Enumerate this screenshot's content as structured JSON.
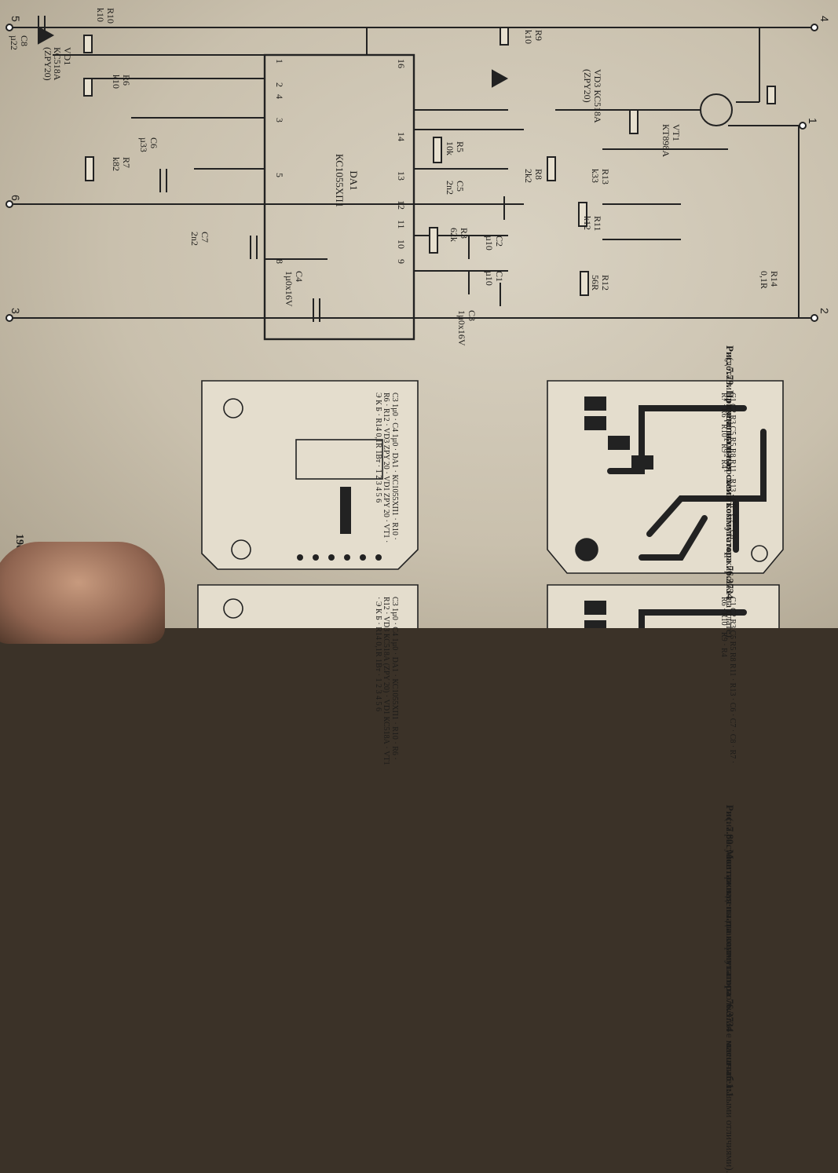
{
  "page_number": "190",
  "figure_79": {
    "title": "Рис. 7.79. Принципиальная схема коммутатора 76.3734",
    "note": "(детали на схеме пронумерованы согласно маркировке на плате)."
  },
  "figure_80": {
    "title": "Рис. 7.80. Монтажная плата коммутатора 76.3734 - масштаб 1:1",
    "note": "(на рисунке приведены два варианта исполнения с незначительными отличиями)."
  },
  "chip": {
    "ref": "DA1",
    "part": "КС1055ХП1"
  },
  "terminals": [
    "1",
    "2",
    "3",
    "4",
    "5",
    "6"
  ],
  "pins": [
    "1",
    "2",
    "3",
    "4",
    "5",
    "8",
    "9",
    "10",
    "11",
    "12",
    "13",
    "14",
    "16"
  ],
  "components": {
    "vd1": [
      "VD1",
      "КС518А",
      "(ZPY20)"
    ],
    "vd3": [
      "VD3  КС518А",
      "(ZPY20)"
    ],
    "c8": [
      "C8",
      "µ22"
    ],
    "r10": [
      "R10",
      "k10"
    ],
    "r6": [
      "R6",
      "k10"
    ],
    "c6": [
      "C6",
      "µ33"
    ],
    "r7": [
      "R7",
      "k82"
    ],
    "c7": [
      "C7",
      "2n2"
    ],
    "c4": [
      "C4",
      "1µ0x16V"
    ],
    "r9": [
      "R9",
      "k10"
    ],
    "r5": [
      "R5",
      "10k"
    ],
    "c5": [
      "C5",
      "2n2"
    ],
    "r3": [
      "R3",
      "62k"
    ],
    "c2": [
      "C2",
      "µ10"
    ],
    "c1": [
      "C1",
      "µ10"
    ],
    "c3": [
      "C3",
      "1µ0x16V"
    ],
    "r8": [
      "R8",
      "2k2"
    ],
    "r13": [
      "R13",
      "k33"
    ],
    "r11": [
      "R11",
      "k12"
    ],
    "r12": [
      "R12",
      "56R"
    ],
    "vt1": [
      "VT1",
      "КТ898А"
    ],
    "r14": [
      "R14",
      "0,1R"
    ]
  },
  "pcb_left_labels": [
    "C3 1µ0",
    "C4 1µ0",
    "DA1",
    "КС1055ХП1",
    "R10",
    "R6",
    "R12",
    "VD3 ZPY 20",
    "VD1 ZPY 20",
    "VT1",
    "Э К Б",
    "R14 0,1R 1Вт",
    "1 2 3 4 5 6"
  ],
  "pcb_right_labels": [
    "C1 C2 R3 C5 R5 R8 R11",
    "R13",
    "C6",
    "C7",
    "C8",
    "R7",
    "R6",
    "R10",
    "R9",
    "R4"
  ],
  "pcb_lower_left_labels": [
    "C3 1µ0",
    "C4 1µ0",
    "DA1",
    "КС1055ХП1",
    "R10",
    "R6",
    "R12",
    "VD3 КС518А (ZPY 20)",
    "VD1 КС518А",
    "VT1",
    "Э К Б",
    "R14 0,1R 1Вт",
    "1 2 3 4 5 6"
  ],
  "pcb_lower_right_labels": [
    "C1 C2 R3 C5 R5 R8 R11",
    "R13",
    "C6",
    "C7",
    "C8",
    "R7",
    "R6",
    "R10",
    "R9",
    "R4"
  ]
}
